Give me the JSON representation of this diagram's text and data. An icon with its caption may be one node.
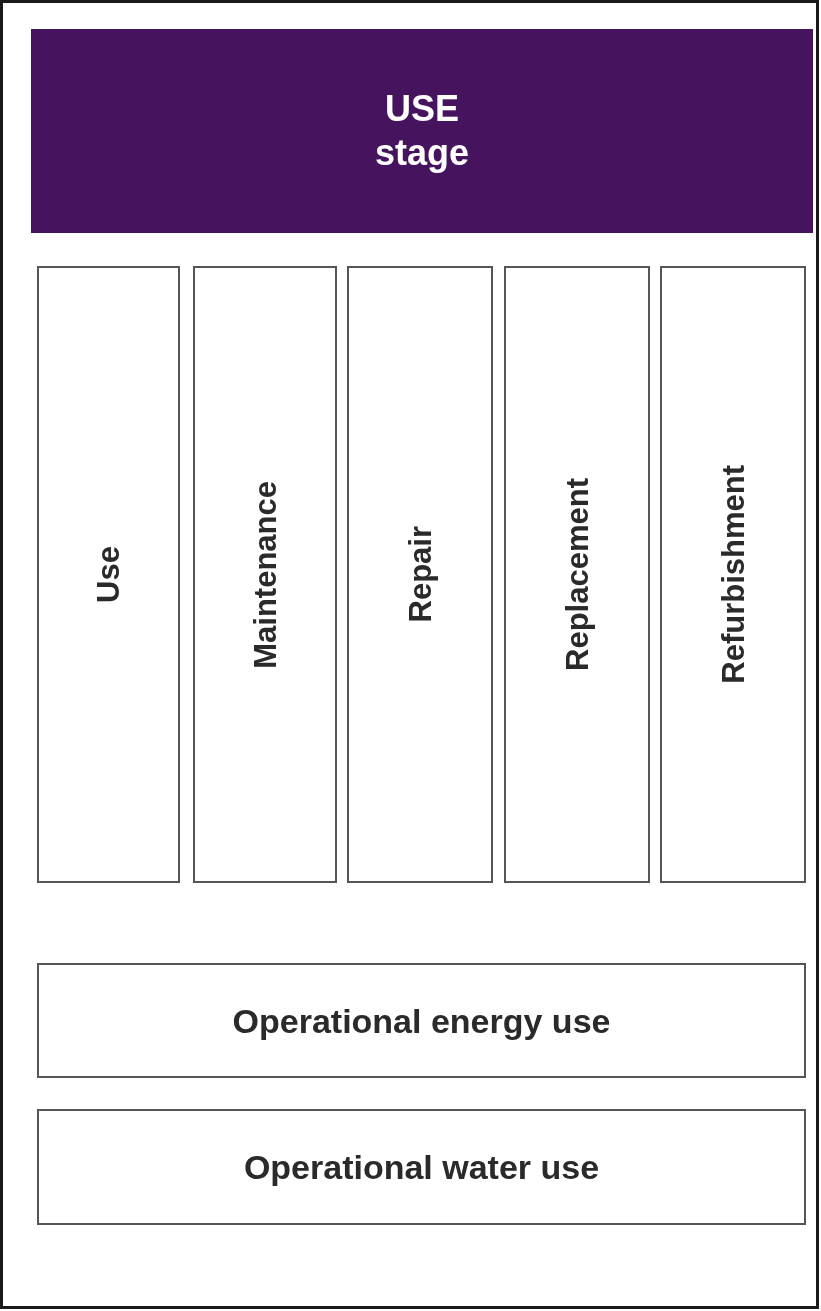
{
  "diagram": {
    "nodes": [
      {
        "text": [],
        "shape": "box"
      },
      {
        "text": [
          "USE stage"
        ],
        "in": 0
      },
      {
        "text": [
          "Use"
        ],
        "in": 0
      },
      {
        "text": [
          "Maintenance"
        ],
        "in": 0
      },
      {
        "text": [
          "Repair"
        ],
        "in": 0
      },
      {
        "text": [
          "Replacement"
        ],
        "in": 0
      },
      {
        "text": [
          "Refurbishment"
        ],
        "in": 0
      },
      {
        "text": [
          "Operational energy use"
        ],
        "in": 0
      },
      {
        "text": [
          "Operational water use"
        ],
        "in": 0
      }
    ]
  }
}
